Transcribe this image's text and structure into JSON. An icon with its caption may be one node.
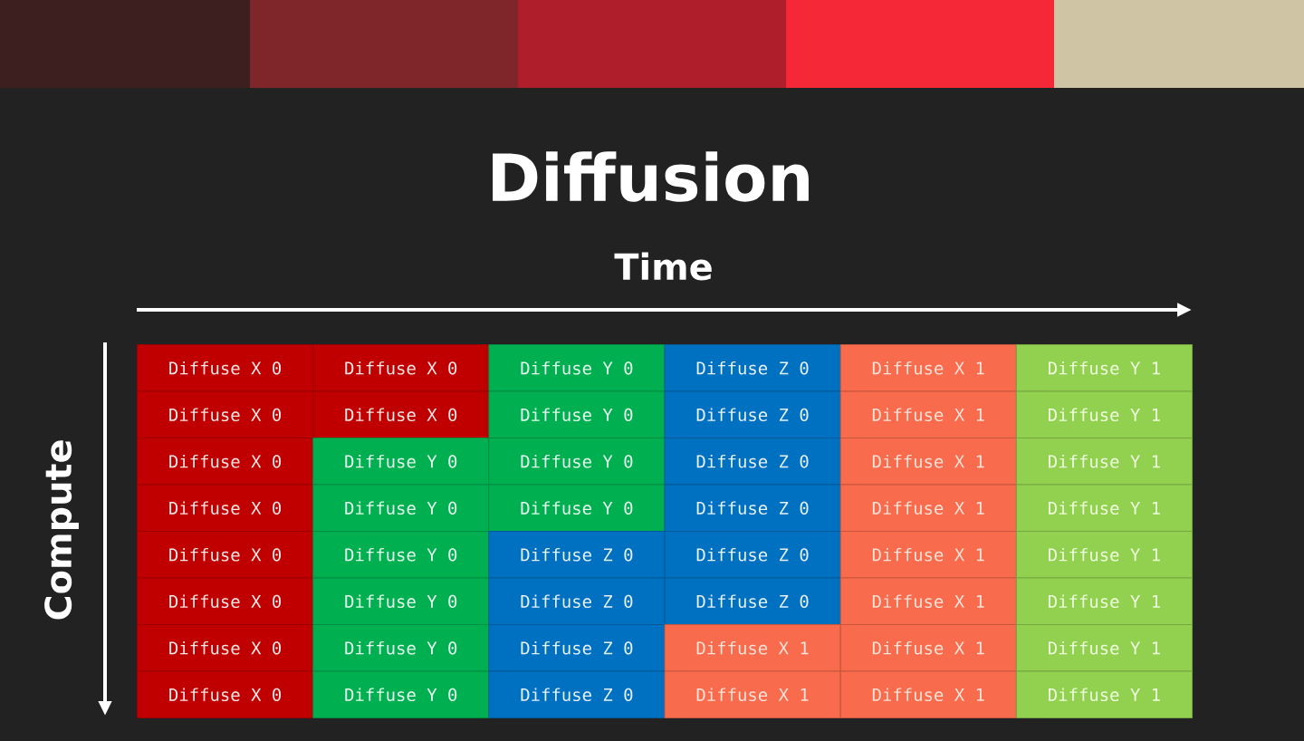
{
  "diagram": {
    "title": "Diffusion",
    "labels": [
      "Time",
      "Compute"
    ],
    "nodes": [
      {
        "text": [
          "Diffuse X 0"
        ]
      },
      {
        "text": [
          "Diffuse X 0"
        ]
      },
      {
        "text": [
          "Diffuse Y 0"
        ]
      },
      {
        "text": [
          "Diffuse Z 0"
        ]
      },
      {
        "text": [
          "Diffuse X 1"
        ]
      },
      {
        "text": [
          "Diffuse Y 1"
        ]
      },
      {
        "text": [
          "Diffuse X 0"
        ]
      },
      {
        "text": [
          "Diffuse X 0"
        ]
      },
      {
        "text": [
          "Diffuse Y 0"
        ]
      },
      {
        "text": [
          "Diffuse Z 0"
        ]
      },
      {
        "text": [
          "Diffuse X 1"
        ]
      },
      {
        "text": [
          "Diffuse Y 1"
        ]
      },
      {
        "text": [
          "Diffuse X 0"
        ]
      },
      {
        "text": [
          "Diffuse Y 0"
        ]
      },
      {
        "text": [
          "Diffuse Y 0"
        ]
      },
      {
        "text": [
          "Diffuse Z 0"
        ]
      },
      {
        "text": [
          "Diffuse X 1"
        ]
      },
      {
        "text": [
          "Diffuse Y 1"
        ]
      },
      {
        "text": [
          "Diffuse X 0"
        ]
      },
      {
        "text": [
          "Diffuse Y 0"
        ]
      },
      {
        "text": [
          "Diffuse Y 0"
        ]
      },
      {
        "text": [
          "Diffuse Z 0"
        ]
      },
      {
        "text": [
          "Diffuse X 1"
        ]
      },
      {
        "text": [
          "Diffuse Y 1"
        ]
      },
      {
        "text": [
          "Diffuse X 0"
        ]
      },
      {
        "text": [
          "Diffuse Y 0"
        ]
      },
      {
        "text": [
          "Diffuse Z 0"
        ]
      },
      {
        "text": [
          "Diffuse Z 0"
        ]
      },
      {
        "text": [
          "Diffuse X 1"
        ]
      },
      {
        "text": [
          "Diffuse Y 1"
        ]
      },
      {
        "text": [
          "Diffuse X 0"
        ]
      },
      {
        "text": [
          "Diffuse Y 0"
        ]
      },
      {
        "text": [
          "Diffuse Z 0"
        ]
      },
      {
        "text": [
          "Diffuse Z 0"
        ]
      },
      {
        "text": [
          "Diffuse X 1"
        ]
      },
      {
        "text": [
          "Diffuse Y 1"
        ]
      },
      {
        "text": [
          "Diffuse X 0"
        ]
      },
      {
        "text": [
          "Diffuse Y 0"
        ]
      },
      {
        "text": [
          "Diffuse Z 0"
        ]
      },
      {
        "text": [
          "Diffuse X 1"
        ]
      },
      {
        "text": [
          "Diffuse X 1"
        ]
      },
      {
        "text": [
          "Diffuse Y 1"
        ]
      },
      {
        "text": [
          "Diffuse X 0"
        ]
      },
      {
        "text": [
          "Diffuse Y 0"
        ]
      },
      {
        "text": [
          "Diffuse Z 0"
        ]
      },
      {
        "text": [
          "Diffuse X 1"
        ]
      },
      {
        "text": [
          "Diffuse X 1"
        ]
      },
      {
        "text": [
          "Diffuse Y 1"
        ]
      }
    ]
  }
}
